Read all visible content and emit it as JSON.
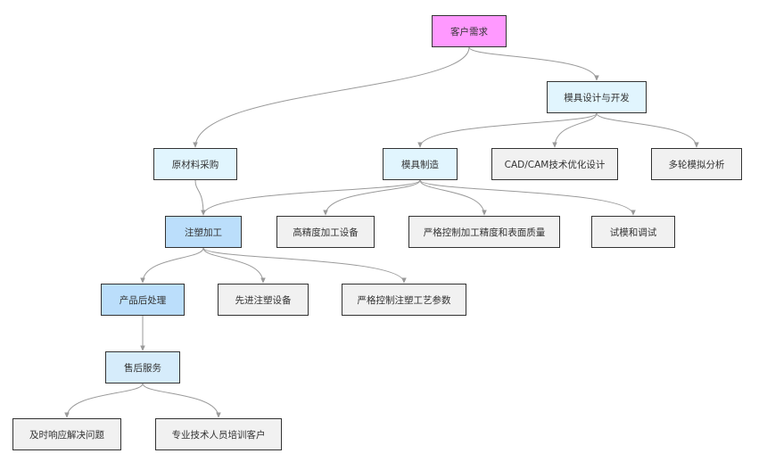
{
  "nodes": {
    "customer_demand": {
      "label": "客户需求",
      "color": "#ff99ff"
    },
    "mold_design": {
      "label": "模具设计与开发",
      "color": "#e1f5fe"
    },
    "raw_material": {
      "label": "原材料采购",
      "color": "#e1f5fe"
    },
    "mold_making": {
      "label": "模具制造",
      "color": "#e1f5fe"
    },
    "cad_cam": {
      "label": "CAD/CAM技术优化设计",
      "color": "#f1f1f1"
    },
    "multi_round_sim": {
      "label": "多轮模拟分析",
      "color": "#f1f1f1"
    },
    "injection": {
      "label": "注塑加工",
      "color": "#bbdefb"
    },
    "hi_precision_equip": {
      "label": "高精度加工设备",
      "color": "#f1f1f1"
    },
    "strict_precision": {
      "label": "严格控制加工精度和表面质量",
      "color": "#f1f1f1"
    },
    "trial_mold": {
      "label": "试模和调试",
      "color": "#f1f1f1"
    },
    "post_processing": {
      "label": "产品后处理",
      "color": "#bbdefb"
    },
    "advanced_injection_equip": {
      "label": "先进注塑设备",
      "color": "#f1f1f1"
    },
    "strict_injection_params": {
      "label": "严格控制注塑工艺参数",
      "color": "#f1f1f1"
    },
    "after_sales": {
      "label": "售后服务",
      "color": "#d6ecfb"
    },
    "timely_response": {
      "label": "及时响应解决问题",
      "color": "#f1f1f1"
    },
    "training": {
      "label": "专业技术人员培训客户",
      "color": "#f1f1f1"
    }
  },
  "edges": [
    [
      "customer_demand",
      "raw_material"
    ],
    [
      "customer_demand",
      "mold_design"
    ],
    [
      "mold_design",
      "mold_making"
    ],
    [
      "mold_design",
      "cad_cam"
    ],
    [
      "mold_design",
      "multi_round_sim"
    ],
    [
      "raw_material",
      "injection"
    ],
    [
      "mold_making",
      "injection"
    ],
    [
      "mold_making",
      "hi_precision_equip"
    ],
    [
      "mold_making",
      "strict_precision"
    ],
    [
      "mold_making",
      "trial_mold"
    ],
    [
      "injection",
      "post_processing"
    ],
    [
      "injection",
      "advanced_injection_equip"
    ],
    [
      "injection",
      "strict_injection_params"
    ],
    [
      "post_processing",
      "after_sales"
    ],
    [
      "after_sales",
      "timely_response"
    ],
    [
      "after_sales",
      "training"
    ]
  ]
}
